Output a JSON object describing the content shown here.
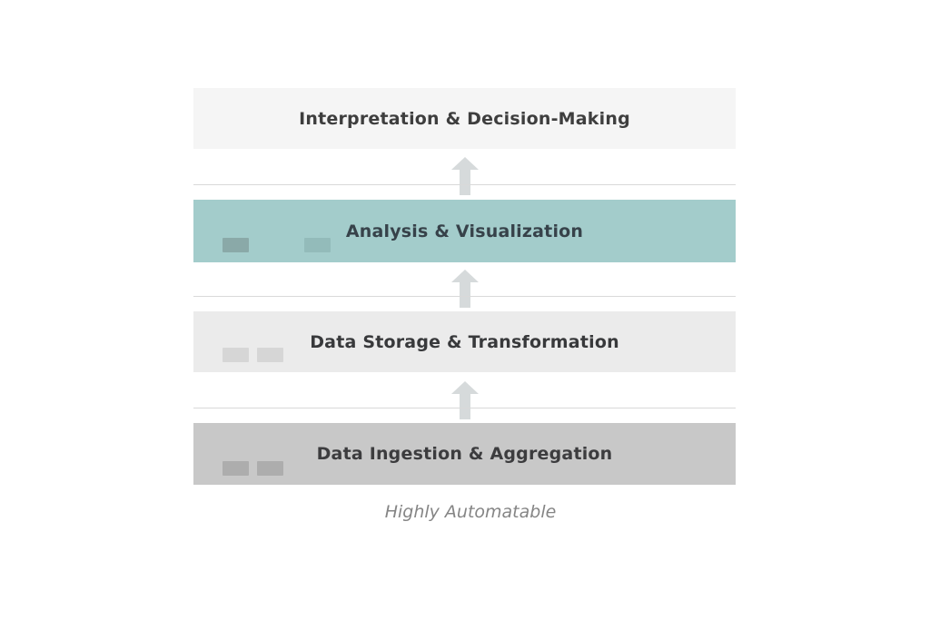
{
  "diagram": {
    "layers": [
      {
        "label": "Interpretation & Decision-Making",
        "color": "#f5f5f5"
      },
      {
        "label": "Analysis & Visualization",
        "color": "#a3cccb"
      },
      {
        "label": "Data Storage & Transformation",
        "color": "#ebebeb"
      },
      {
        "label": "Data Ingestion & Aggregation",
        "color": "#c8c8c8"
      }
    ],
    "arrow_icon": "up-arrow-icon",
    "arrow_color": "#d6dadb",
    "caption": "Highly Automatable"
  }
}
